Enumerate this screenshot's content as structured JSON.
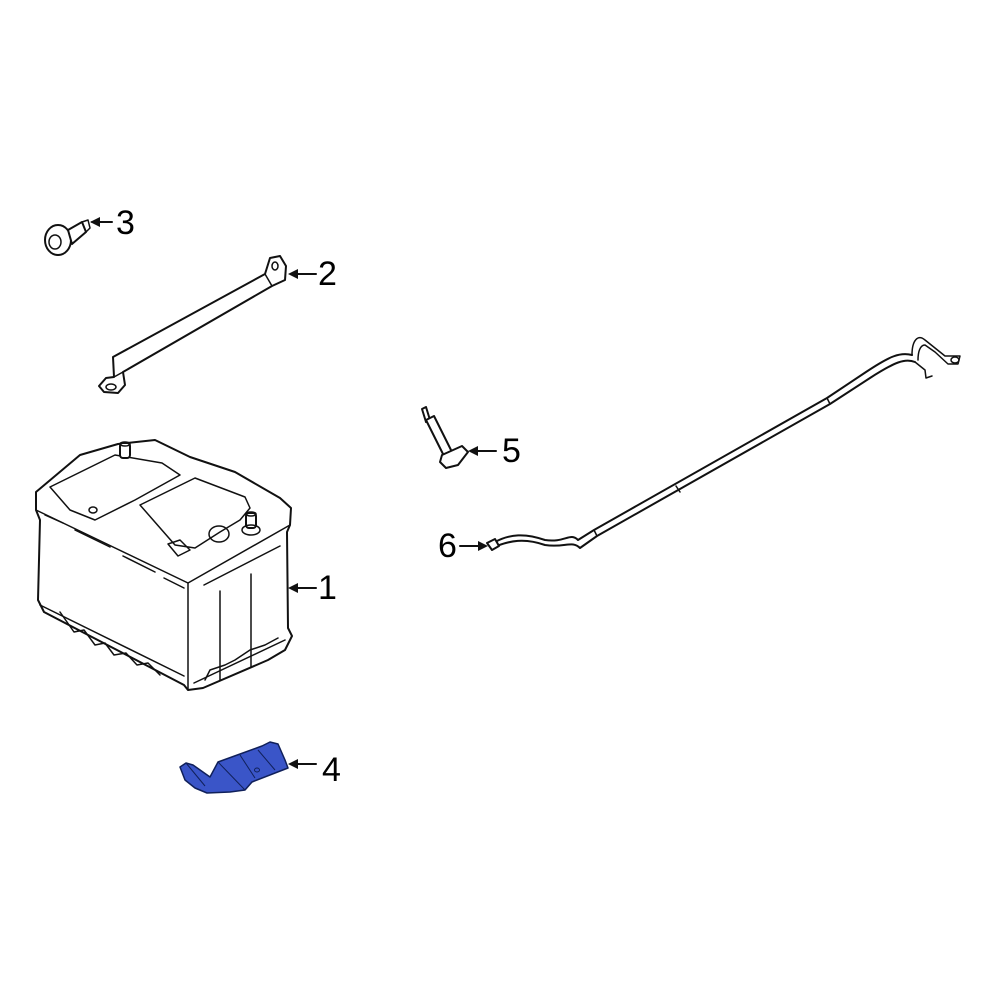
{
  "diagram": {
    "type": "exploded-parts-diagram",
    "highlight_color": "#3a55c8",
    "line_color": "#111111",
    "background": "#ffffff",
    "parts": [
      {
        "number": "1",
        "name": "battery",
        "highlighted": false
      },
      {
        "number": "2",
        "name": "hold-down-bracket",
        "highlighted": false
      },
      {
        "number": "3",
        "name": "bolt",
        "highlighted": false
      },
      {
        "number": "4",
        "name": "battery-tray-bracket",
        "highlighted": true
      },
      {
        "number": "5",
        "name": "sensor-stud",
        "highlighted": false
      },
      {
        "number": "6",
        "name": "battery-cable",
        "highlighted": false
      }
    ]
  },
  "callouts": {
    "c1": "1",
    "c2": "2",
    "c3": "3",
    "c4": "4",
    "c5": "5",
    "c6": "6"
  }
}
